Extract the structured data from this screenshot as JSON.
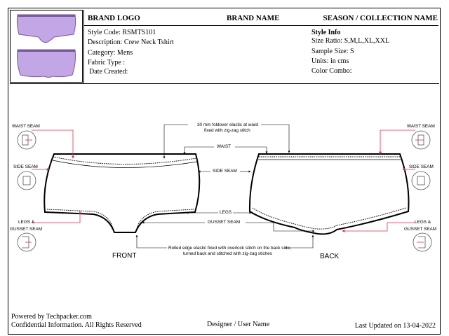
{
  "header": {
    "brand_logo": "BRAND LOGO",
    "brand_name": "BRAND NAME",
    "season": "SEASON / COLLECTION NAME"
  },
  "details": {
    "style_code": "Style Code: RSMTS101",
    "description": "Description: Crew Neck Tshirt",
    "category": "Category: Mens",
    "fabric_type": "Fabric Type :",
    "date_created": "Date Created:"
  },
  "style_info": {
    "title": "Style Info",
    "size_ratio": "Size Ratio: S,M,L,XL,XXL",
    "sample_size": "Sample Size: S",
    "units": "Units: in cms",
    "color_combo": "Color Combo:"
  },
  "thumbnail": {
    "fill_color": "#c3a6e6",
    "trim_color": "#7a5a9a"
  },
  "callouts": {
    "waist_seam_left": "WAIST SEAM",
    "waist_seam_right": "WAIST SEAM",
    "side_seam_left": "SIDE SEAM",
    "side_seam_right": "SIDE SEAM",
    "legs_gusset_left_1": "LEGS &",
    "legs_gusset_left_2": "GUSSET SEAM",
    "legs_gusset_right_1": "LEGS &",
    "legs_gusset_right_2": "GUSSET SEAM",
    "elastic_note_1": "30 mm foldover elastic at waist",
    "elastic_note_2": "fixed with zig-zag stitch",
    "waist": "WAIST",
    "side_seam_center": "SIDE SEAM",
    "legs": "LEGS",
    "gusset_seam": "GUSSET SEAM",
    "rolled_note_1": "Rolled edge elastic fixed with overlock stitch on the back side,",
    "rolled_note_2": "turned back and stitched with zig-zag stiches",
    "front": "FRONT",
    "back": "BACK"
  },
  "footer": {
    "powered_by": "Powered by Techpacker.com",
    "confidential": "Confidential Information. All Rights Reserved",
    "designer": "Designer / User Name",
    "last_updated": "Last Updated on 13-04-2022"
  },
  "colors": {
    "callout_red": "#d8344a",
    "outline": "#000000"
  }
}
